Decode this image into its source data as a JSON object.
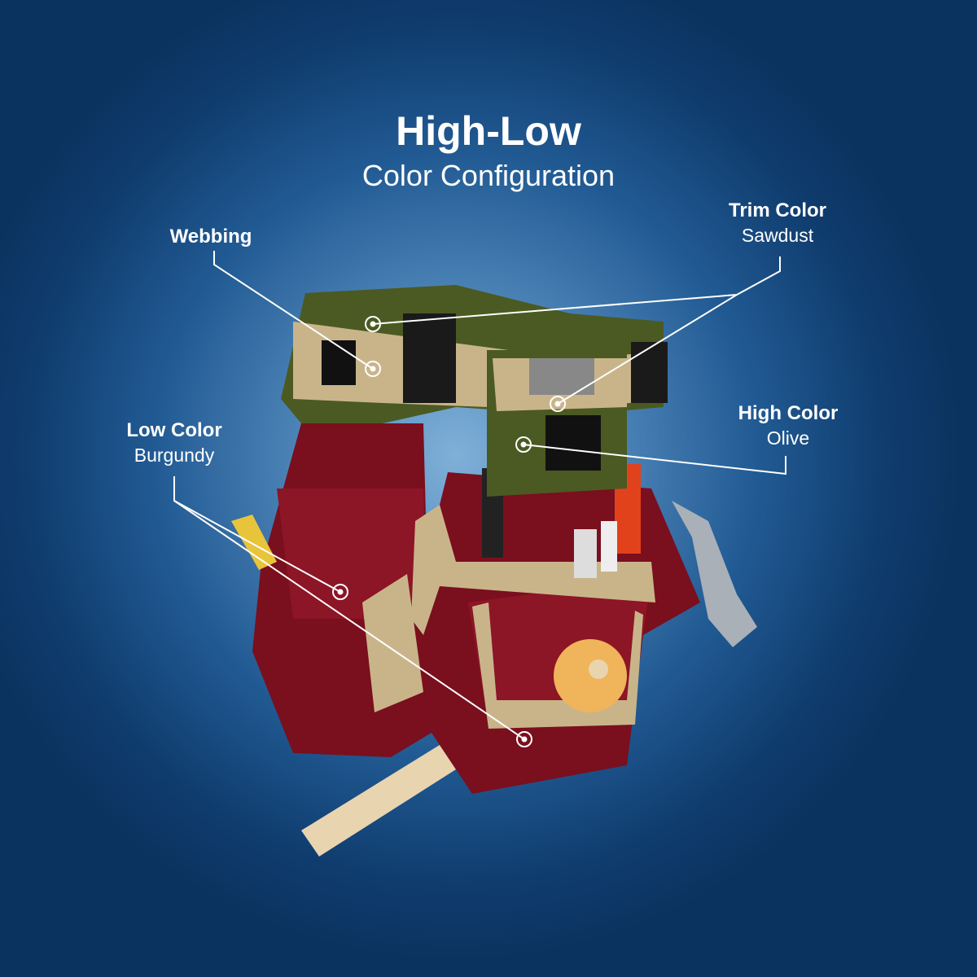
{
  "title": "High-Low",
  "subtitle": "Color Configuration",
  "callouts": {
    "webbing": {
      "heading": "Webbing"
    },
    "trim": {
      "heading": "Trim Color",
      "value": "Sawdust"
    },
    "high": {
      "heading": "High Color",
      "value": "Olive"
    },
    "low": {
      "heading": "Low Color",
      "value": "Burgundy"
    }
  },
  "colors": {
    "olive": "#4b5a22",
    "sawdust": "#c9b48a",
    "burgundy": "#7a0f1e",
    "webbing": "#1a1a1a"
  }
}
